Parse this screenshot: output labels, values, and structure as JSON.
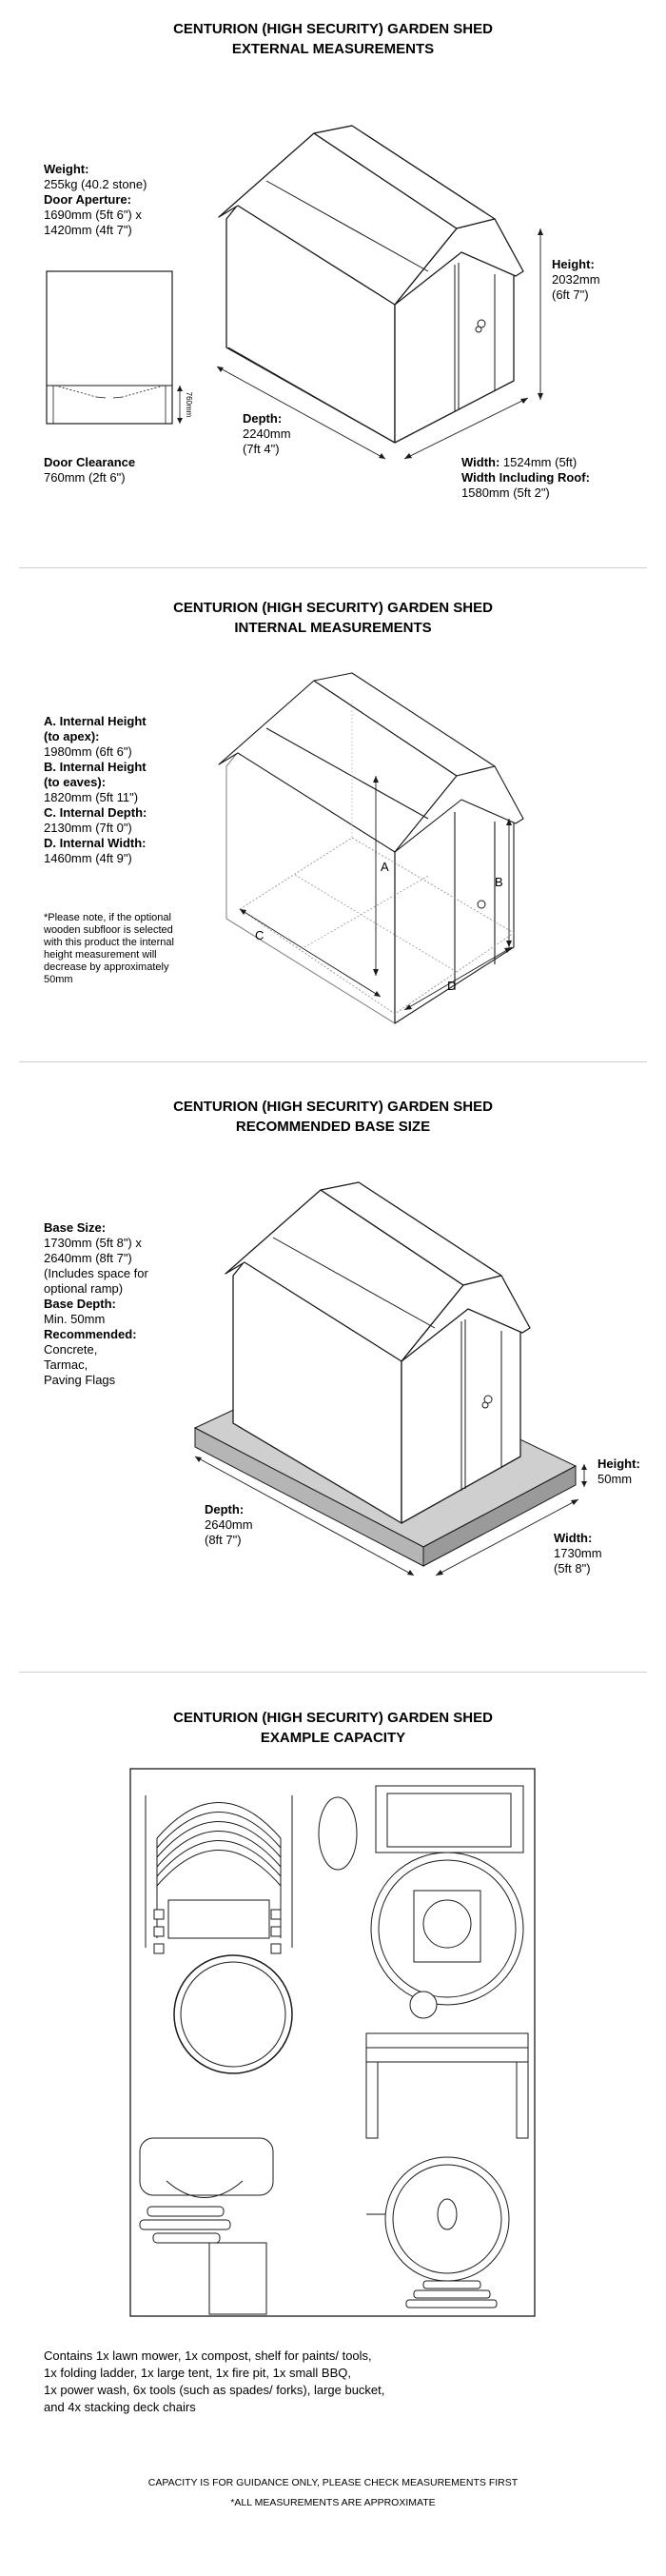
{
  "external": {
    "title1": "CENTURION (HIGH SECURITY) GARDEN SHED",
    "title2": "EXTERNAL MEASUREMENTS",
    "weight_label": "Weight:",
    "weight_value": "255kg (40.2 stone)",
    "aperture_label": "Door Aperture:",
    "aperture_value1": "1690mm (5ft 6\") x",
    "aperture_value2": "1420mm (4ft 7\")",
    "clearance_label": "Door Clearance",
    "clearance_value": "760mm (2ft 6\")",
    "clearance_dim": "760mm",
    "height_label": "Height:",
    "height_value1": "2032mm",
    "height_value2": "(6ft 7\")",
    "depth_label": "Depth:",
    "depth_value1": "2240mm",
    "depth_value2": "(7ft 4\")",
    "width_label": "Width:",
    "width_value": " 1524mm (5ft)",
    "roof_label": "Width Including Roof:",
    "roof_value": "1580mm (5ft 2\")"
  },
  "internal": {
    "title1": "CENTURION (HIGH SECURITY) GARDEN SHED",
    "title2": "INTERNAL MEASUREMENTS",
    "a_label": "A. Internal Height",
    "a_label2": "(to apex):",
    "a_value": "1980mm (6ft 6\")",
    "b_label": "B. Internal Height",
    "b_label2": "(to eaves):",
    "b_value": "1820mm (5ft 11\")",
    "c_label": "C. Internal Depth:",
    "c_value": "2130mm (7ft 0\")",
    "d_label": "D. Internal Width:",
    "d_value": "1460mm (4ft 9\")",
    "note": [
      "*Please note, if the optional",
      "wooden subfloor is selected",
      "with this product the internal",
      "height measurement will",
      "decrease by approximately",
      "50mm"
    ],
    "mark_a": "A",
    "mark_b": "B",
    "mark_c": "C",
    "mark_d": "D"
  },
  "base": {
    "title1": "CENTURION (HIGH SECURITY) GARDEN SHED",
    "title2": "RECOMMENDED BASE SIZE",
    "size_label": "Base Size:",
    "size_value": [
      "1730mm (5ft 8\") x",
      "2640mm (8ft 7\")",
      "(Includes space for",
      "optional ramp)"
    ],
    "depth_label": "Base Depth:",
    "depth_value": "Min. 50mm",
    "rec_label": "Recommended:",
    "rec_value": [
      "Concrete,",
      "Tarmac,",
      "Paving Flags"
    ],
    "height_label": "Height:",
    "height_value": "50mm",
    "bdepth_label": "Depth:",
    "bdepth_value1": "2640mm",
    "bdepth_value2": "(8ft 7\")",
    "width_label": "Width:",
    "width_value1": "1730mm",
    "width_value2": "(5ft 8\")"
  },
  "capacity": {
    "title1": "CENTURION (HIGH SECURITY) GARDEN SHED",
    "title2": "EXAMPLE CAPACITY",
    "description": [
      "Contains 1x lawn mower, 1x compost, shelf for paints/ tools,",
      "1x folding ladder, 1x large tent, 1x fire pit, 1x small BBQ,",
      "1x power wash, 6x tools (such as spades/ forks), large bucket,",
      "and 4x stacking deck chairs"
    ],
    "footer1": "CAPACITY IS FOR GUIDANCE ONLY, PLEASE CHECK MEASUREMENTS FIRST",
    "footer2": "*ALL MEASUREMENTS ARE APPROXIMATE"
  },
  "colors": {
    "line": "#1a1a1a",
    "base": "#cfcfcf",
    "base_dark": "#9a9a9a",
    "divider": "#cfcfcf"
  }
}
